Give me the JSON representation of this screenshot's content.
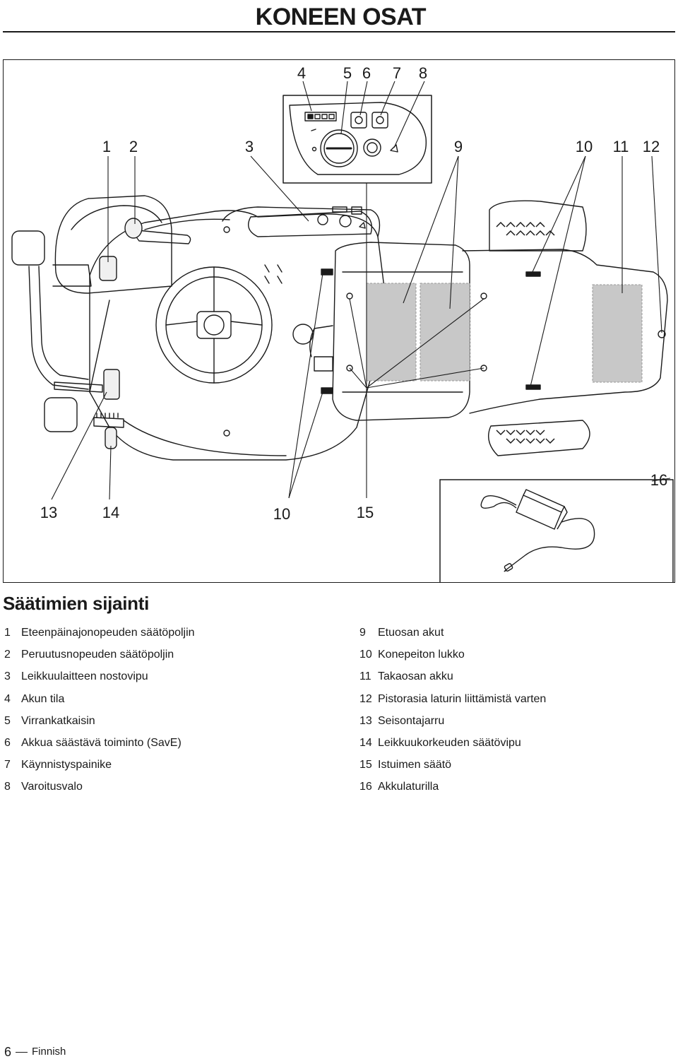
{
  "header": {
    "title": "KONEEN OSAT"
  },
  "figure": {
    "callouts": [
      {
        "id": "c4",
        "text": "4"
      },
      {
        "id": "c5",
        "text": "5"
      },
      {
        "id": "c6",
        "text": "6"
      },
      {
        "id": "c7",
        "text": "7"
      },
      {
        "id": "c8",
        "text": "8"
      },
      {
        "id": "c1",
        "text": "1"
      },
      {
        "id": "c2",
        "text": "2"
      },
      {
        "id": "c3",
        "text": "3"
      },
      {
        "id": "c9",
        "text": "9"
      },
      {
        "id": "c10a",
        "text": "10"
      },
      {
        "id": "c11",
        "text": "11"
      },
      {
        "id": "c12",
        "text": "12"
      },
      {
        "id": "c16",
        "text": "16"
      },
      {
        "id": "c13",
        "text": "13"
      },
      {
        "id": "c14",
        "text": "14"
      },
      {
        "id": "c10b",
        "text": "10"
      },
      {
        "id": "c15",
        "text": "15"
      }
    ]
  },
  "section": {
    "title": "Säätimien sijainti"
  },
  "legend": {
    "left": [
      {
        "num": "1",
        "label": "Eteenpäinajonopeuden säätöpoljin"
      },
      {
        "num": "2",
        "label": "Peruutusnopeuden säätöpoljin"
      },
      {
        "num": "3",
        "label": "Leikkuulaitteen nostovipu"
      },
      {
        "num": "4",
        "label": "Akun tila"
      },
      {
        "num": "5",
        "label": "Virrankatkaisin"
      },
      {
        "num": "6",
        "label": "Akkua säästävä toiminto (SavE)"
      },
      {
        "num": "7",
        "label": "Käynnistyspainike"
      },
      {
        "num": "8",
        "label": "Varoitusvalo"
      }
    ],
    "right": [
      {
        "num": "9",
        "label": "Etuosan akut"
      },
      {
        "num": "10",
        "label": "Konepeiton lukko"
      },
      {
        "num": "11",
        "label": "Takaosan akku"
      },
      {
        "num": "12",
        "label": "Pistorasia laturin liittämistä varten"
      },
      {
        "num": "13",
        "label": "Seisontajarru"
      },
      {
        "num": "14",
        "label": "Leikkuukorkeuden säätövipu"
      },
      {
        "num": "15",
        "label": "Istuimen säätö"
      },
      {
        "num": "16",
        "label": "Akkulaturilla"
      }
    ]
  },
  "footer": {
    "page": "6",
    "language": "Finnish"
  }
}
